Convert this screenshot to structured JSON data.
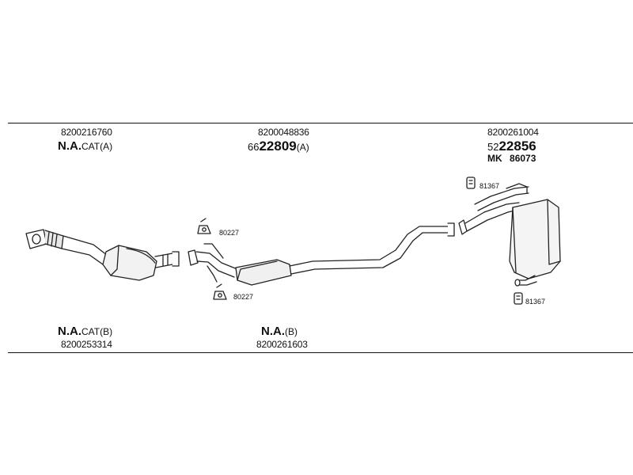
{
  "top_left": {
    "part_no": "8200216760",
    "name_bold": "N.A.",
    "name_suffix": "CAT(A)"
  },
  "top_center": {
    "part_no": "8200048836",
    "code_prefix": "66",
    "code_main": "22809",
    "code_suffix": "(A)"
  },
  "top_right": {
    "part_no": "8200261004",
    "code_prefix": "52",
    "code_main": "22856",
    "kit_label": "MK",
    "kit_no": "86073"
  },
  "bottom_left": {
    "name_bold": "N.A.",
    "name_suffix": "CAT(B)",
    "part_no": "8200253314"
  },
  "bottom_center": {
    "name_bold": "N.A.",
    "name_suffix": "(B)",
    "part_no": "8200261603"
  },
  "hardware": {
    "clamp_top": "80227",
    "clamp_bottom": "80227",
    "hanger_top": "81367",
    "hanger_bottom": "81367"
  }
}
